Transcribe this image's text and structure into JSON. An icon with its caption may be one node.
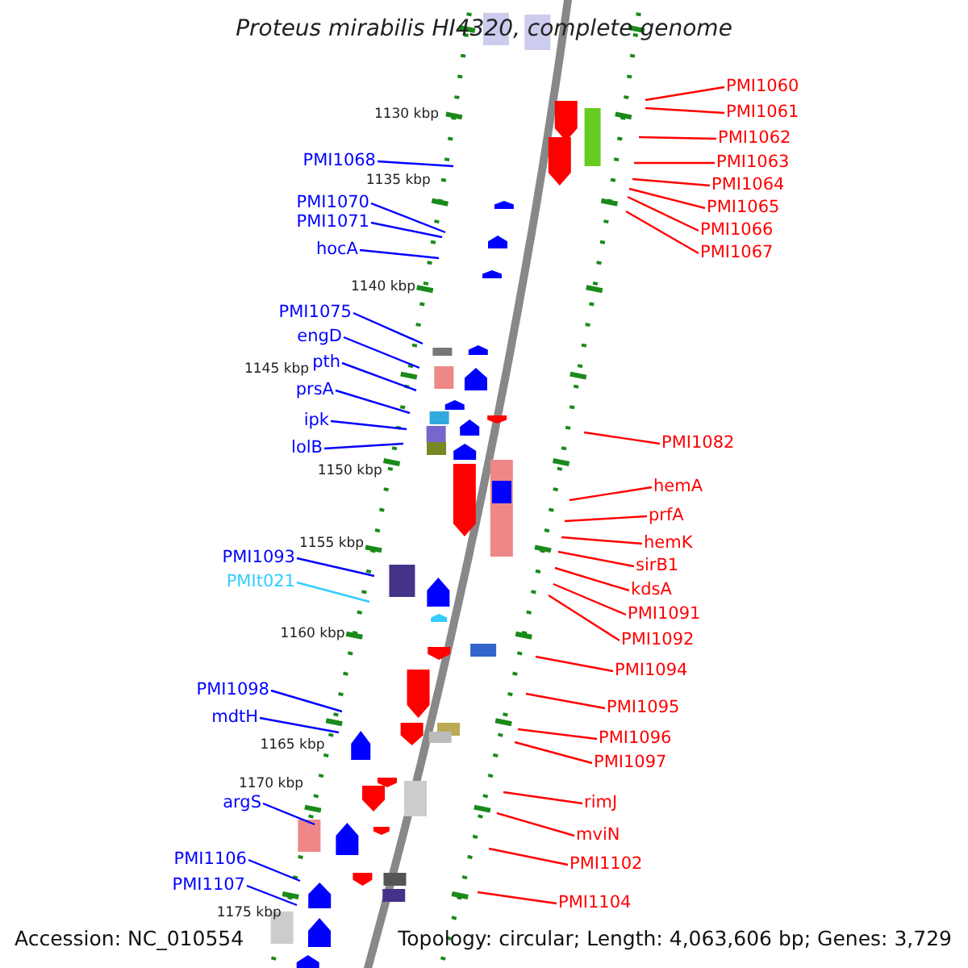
{
  "diagram": {
    "title": "Proteus mirabilis HI4320, complete genome",
    "nodes": [
      {
        "text": [
          "PMI1060"
        ]
      },
      {
        "text": [
          "PMI1061"
        ]
      },
      {
        "text": [
          "PMI1062"
        ]
      },
      {
        "text": [
          "PMI1063"
        ]
      },
      {
        "text": [
          "PMI1064"
        ]
      },
      {
        "text": [
          "PMI1065"
        ]
      },
      {
        "text": [
          "PMI1066"
        ]
      },
      {
        "text": [
          "PMI1067"
        ]
      },
      {
        "text": [
          "PMI1068"
        ]
      },
      {
        "text": [
          "PMI1070"
        ]
      },
      {
        "text": [
          "PMI1071"
        ]
      },
      {
        "text": [
          "hocA"
        ]
      },
      {
        "text": [
          "PMI1075"
        ]
      },
      {
        "text": [
          "engD"
        ]
      },
      {
        "text": [
          "pth"
        ]
      },
      {
        "text": [
          "prsA"
        ]
      },
      {
        "text": [
          "ipk"
        ]
      },
      {
        "text": [
          "lolB"
        ]
      },
      {
        "text": [
          "PMI1082"
        ]
      },
      {
        "text": [
          "hemA"
        ]
      },
      {
        "text": [
          "prfA"
        ]
      },
      {
        "text": [
          "hemK"
        ]
      },
      {
        "text": [
          "sirB1"
        ]
      },
      {
        "text": [
          "kdsA"
        ]
      },
      {
        "text": [
          "PMI1091"
        ]
      },
      {
        "text": [
          "PMI1092"
        ]
      },
      {
        "text": [
          "PMI1093"
        ]
      },
      {
        "text": [
          "PMIt021"
        ]
      },
      {
        "text": [
          "PMI1094"
        ]
      },
      {
        "text": [
          "PMI1095"
        ]
      },
      {
        "text": [
          "PMI1096"
        ]
      },
      {
        "text": [
          "PMI1097"
        ]
      },
      {
        "text": [
          "PMI1098"
        ]
      },
      {
        "text": [
          "mdtH"
        ]
      },
      {
        "text": [
          "rimJ"
        ]
      },
      {
        "text": [
          "mviN"
        ]
      },
      {
        "text": [
          "argS"
        ]
      },
      {
        "text": [
          "PMI1102"
        ]
      },
      {
        "text": [
          "PMI1104"
        ]
      },
      {
        "text": [
          "PMI1106"
        ]
      },
      {
        "text": [
          "PMI1107"
        ]
      }
    ],
    "edges": [
      {
        "from": 0,
        "to": null,
        "arrow": "none"
      },
      {
        "from": 1,
        "to": null,
        "arrow": "none"
      },
      {
        "from": 2,
        "to": null,
        "arrow": "none"
      },
      {
        "from": 3,
        "to": null,
        "arrow": "none"
      },
      {
        "from": 4,
        "to": null,
        "arrow": "none"
      },
      {
        "from": 5,
        "to": null,
        "arrow": "none"
      },
      {
        "from": 6,
        "to": null,
        "arrow": "none"
      },
      {
        "from": 7,
        "to": null,
        "arrow": "none"
      },
      {
        "from": 8,
        "to": null,
        "arrow": "none",
        "color": "#0000ff"
      },
      {
        "from": 9,
        "to": null,
        "arrow": "none",
        "color": "#0000ff"
      },
      {
        "from": 10,
        "to": null,
        "arrow": "none",
        "color": "#0000ff"
      },
      {
        "from": 11,
        "to": null,
        "arrow": "none",
        "color": "#0000ff"
      },
      {
        "from": 12,
        "to": null,
        "arrow": "none",
        "color": "#0000ff"
      },
      {
        "from": 13,
        "to": null,
        "arrow": "none",
        "color": "#0000ff"
      },
      {
        "from": 14,
        "to": null,
        "arrow": "none",
        "color": "#0000ff"
      },
      {
        "from": 15,
        "to": null,
        "arrow": "none",
        "color": "#0000ff"
      },
      {
        "from": 16,
        "to": null,
        "arrow": "none",
        "color": "#0000ff"
      },
      {
        "from": 17,
        "to": null,
        "arrow": "none",
        "color": "#0000ff"
      },
      {
        "from": 18,
        "to": null,
        "arrow": "none"
      },
      {
        "from": 19,
        "to": null,
        "arrow": "none"
      },
      {
        "from": 20,
        "to": null,
        "arrow": "none"
      },
      {
        "from": 21,
        "to": null,
        "arrow": "none"
      },
      {
        "from": 22,
        "to": null,
        "arrow": "none"
      },
      {
        "from": 23,
        "to": null,
        "arrow": "none"
      },
      {
        "from": 24,
        "to": null,
        "arrow": "none"
      },
      {
        "from": 25,
        "to": null,
        "arrow": "none"
      },
      {
        "from": 26,
        "to": null,
        "arrow": "none",
        "color": "#0000ff"
      },
      {
        "from": 27,
        "to": null,
        "arrow": "none",
        "color": "#33ccff"
      },
      {
        "from": 28,
        "to": null,
        "arrow": "none"
      },
      {
        "from": 29,
        "to": null,
        "arrow": "none"
      },
      {
        "from": 30,
        "to": null,
        "arrow": "none"
      },
      {
        "from": 31,
        "to": null,
        "arrow": "none"
      },
      {
        "from": 32,
        "to": null,
        "arrow": "none",
        "color": "#0000ff"
      },
      {
        "from": 33,
        "to": null,
        "arrow": "none",
        "color": "#0000ff"
      },
      {
        "from": 34,
        "to": null,
        "arrow": "none"
      },
      {
        "from": 35,
        "to": null,
        "arrow": "none"
      },
      {
        "from": 36,
        "to": null,
        "arrow": "none",
        "color": "#0000ff"
      },
      {
        "from": 37,
        "to": null,
        "arrow": "none"
      },
      {
        "from": 38,
        "to": null,
        "arrow": "none"
      },
      {
        "from": 39,
        "to": null,
        "arrow": "none",
        "color": "#0000ff"
      },
      {
        "from": 40,
        "to": null,
        "arrow": "none",
        "color": "#0000ff"
      }
    ],
    "labels": [
      "1130 kbp",
      "1135 kbp",
      "1140 kbp",
      "1145 kbp",
      "1150 kbp",
      "1155 kbp",
      "1160 kbp",
      "1165 kbp",
      "1170 kbp",
      "1175 kbp",
      "Accession: NC_010554",
      "Topology: circular; Length: 4,063,606 bp; Genes: 3,729"
    ]
  }
}
